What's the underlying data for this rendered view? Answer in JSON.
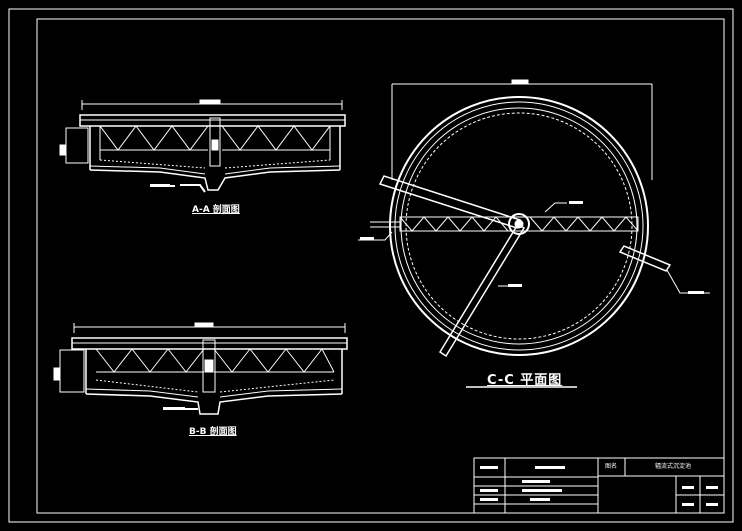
{
  "views": {
    "section_aa": {
      "caption": "A-A 剖面图"
    },
    "section_bb": {
      "caption": "B-B 剖面图"
    },
    "plan_cc": {
      "caption": "C-C 平面图"
    }
  },
  "title_block": {
    "drawing_name_label": "图名",
    "drawing_name": "辐流式沉淀池"
  },
  "colors": {
    "background": "#000000",
    "line": "#ffffff"
  }
}
